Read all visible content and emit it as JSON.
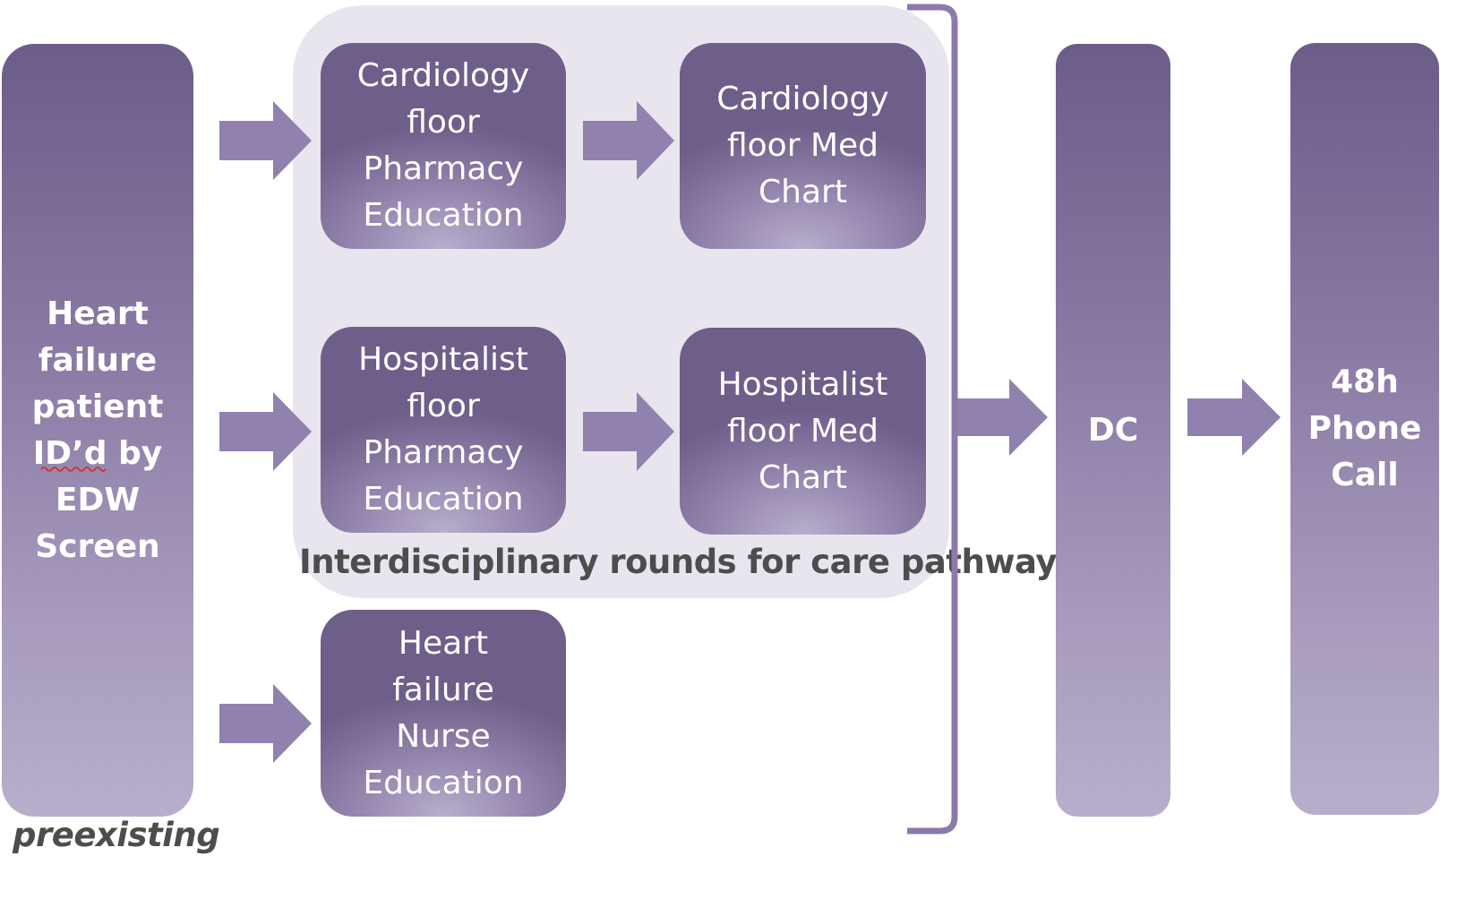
{
  "diagram": {
    "nodes": {
      "hf_patient": "Heart\nfailure\npatient\nID’d by\nEDW\nScreen",
      "cardio_pharmacy_edu": "Cardiology\nfloor\nPharmacy\nEducation",
      "cardio_med_chart": "Cardiology\nfloor Med\nChart",
      "hosp_pharmacy_edu": "Hospitalist\nfloor\nPharmacy\nEducation",
      "hosp_med_chart": "Hospitalist\nfloor Med\nChart",
      "hf_nurse_edu": "Heart\nfailure\nNurse\nEducation",
      "dc": "DC",
      "phone_call": "48h\nPhone\nCall"
    },
    "labels": {
      "rounds": "Interdisciplinary rounds for care pathway",
      "preexisting": "preexisting"
    },
    "colors": {
      "box_dark": "#6c5c89",
      "box_light": "#b8aecb",
      "arrow": "#9081af",
      "panel": "#e9e5ef",
      "bracket": "#8c7aab",
      "label_text": "#4d4d4d"
    }
  }
}
